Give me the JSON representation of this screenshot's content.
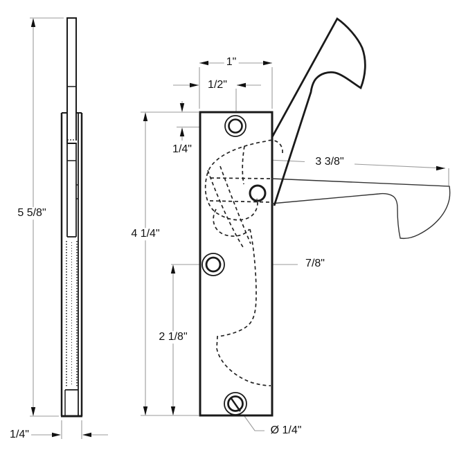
{
  "drawing": {
    "description": "Dimensioned two-view technical drawing of a flip-lever flush bolt",
    "colors": {
      "part_line": "#1a1a1a",
      "secondary_line": "#333333",
      "dimension_line": "#9a9a9a",
      "text": "#111111",
      "background": "#ffffff"
    },
    "side_view": {
      "dim_height": "5 5/8\"",
      "dim_thickness": "1/4\""
    },
    "front_view": {
      "dim_plate_width": "1\"",
      "dim_hole_offset_x": "1/2\"",
      "dim_hole_offset_y": "1/4\"",
      "dim_plate_height": "4 1/4\"",
      "dim_lever_length": "3 3/8\"",
      "dim_hole_to_edge": "7/8\"",
      "dim_lower_hole_span": "2 1/8\"",
      "dim_hole_diameter": "Ø 1/4\""
    }
  }
}
